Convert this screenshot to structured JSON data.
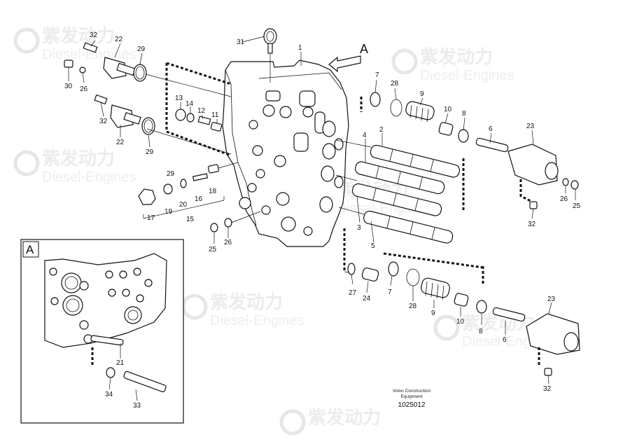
{
  "watermark": {
    "cn": "紫发动力",
    "en": "Diesel-Engines"
  },
  "view_label": "A",
  "inset_label": "A",
  "caption_lines": [
    "Volvo Construction",
    "Equipment"
  ],
  "reference_number": "1025012",
  "labels": {
    "p1": "1",
    "p2": "2",
    "p3": "3",
    "p4": "4",
    "p5": "5",
    "p6a": "6",
    "p6b": "6",
    "p7a": "7",
    "p7b": "7",
    "p8a": "8",
    "p8b": "8",
    "p9a": "9",
    "p9b": "9",
    "p10a": "10",
    "p10b": "10",
    "p11": "11",
    "p12": "12",
    "p13": "13",
    "p14": "14",
    "p15": "15",
    "p16": "16",
    "p17": "17",
    "p18": "18",
    "p19": "19",
    "p20": "20",
    "p21": "21",
    "p22a": "22",
    "p22b": "22",
    "p23a": "23",
    "p23b": "23",
    "p24": "24",
    "p25a": "25",
    "p25b": "25",
    "p26a": "26",
    "p26b": "26",
    "p26c": "26",
    "p27": "27",
    "p28a": "28",
    "p28b": "28",
    "p29a": "29",
    "p29b": "29",
    "p30": "30",
    "p31": "31",
    "p32a": "32",
    "p32b": "32",
    "p32c": "32",
    "p32d": "32",
    "p33": "33",
    "p34": "34"
  }
}
